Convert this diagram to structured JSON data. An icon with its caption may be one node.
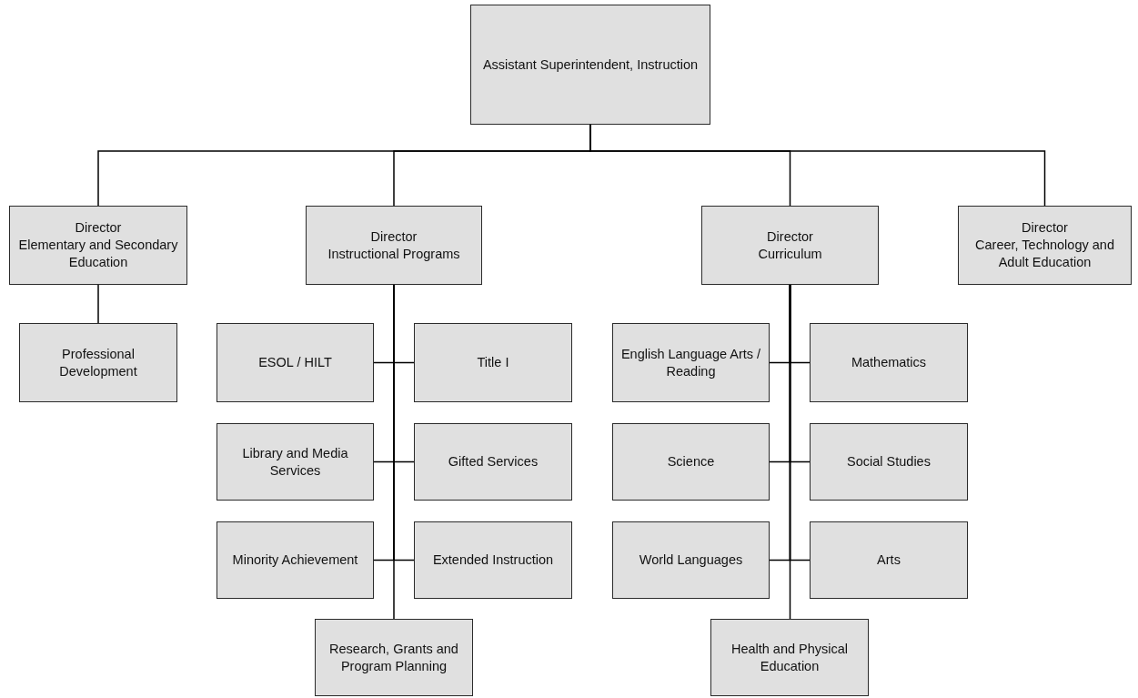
{
  "diagram": {
    "nodes": [
      {
        "text": [
          "Assistant Superintendent, Instruction"
        ]
      },
      {
        "text": [
          "Director",
          "Elementary and Secondary Education"
        ]
      },
      {
        "text": [
          "Director",
          "Instructional Programs"
        ]
      },
      {
        "text": [
          "Director",
          "Curriculum"
        ]
      },
      {
        "text": [
          "Director",
          "Career, Technology and Adult Education"
        ]
      },
      {
        "text": [
          "Professional Development"
        ]
      },
      {
        "text": [
          "ESOL / HILT"
        ]
      },
      {
        "text": [
          "Title I"
        ]
      },
      {
        "text": [
          "Library and Media Services"
        ]
      },
      {
        "text": [
          "Gifted Services"
        ]
      },
      {
        "text": [
          "Minority Achievement"
        ]
      },
      {
        "text": [
          "Extended Instruction"
        ]
      },
      {
        "text": [
          "Research, Grants and Program Planning"
        ]
      },
      {
        "text": [
          "English Language Arts / Reading"
        ]
      },
      {
        "text": [
          "Mathematics"
        ]
      },
      {
        "text": [
          "Science"
        ]
      },
      {
        "text": [
          "Social Studies"
        ]
      },
      {
        "text": [
          "World Languages"
        ]
      },
      {
        "text": [
          "Arts"
        ]
      },
      {
        "text": [
          "Health and Physical Education"
        ]
      }
    ],
    "edges": [
      {
        "from": 0,
        "to": 1,
        "arrow": "none"
      },
      {
        "from": 0,
        "to": 2,
        "arrow": "none"
      },
      {
        "from": 0,
        "to": 3,
        "arrow": "none"
      },
      {
        "from": 0,
        "to": 4,
        "arrow": "none"
      },
      {
        "from": 1,
        "to": 5,
        "arrow": "none"
      },
      {
        "from": 2,
        "to": 6,
        "arrow": "none"
      },
      {
        "from": 2,
        "to": 7,
        "arrow": "none"
      },
      {
        "from": 2,
        "to": 8,
        "arrow": "none"
      },
      {
        "from": 2,
        "to": 9,
        "arrow": "none"
      },
      {
        "from": 2,
        "to": 10,
        "arrow": "none"
      },
      {
        "from": 2,
        "to": 11,
        "arrow": "none"
      },
      {
        "from": 2,
        "to": 12,
        "arrow": "none"
      },
      {
        "from": 3,
        "to": 13,
        "arrow": "none"
      },
      {
        "from": 3,
        "to": 14,
        "arrow": "none"
      },
      {
        "from": 3,
        "to": 15,
        "arrow": "none"
      },
      {
        "from": 3,
        "to": 16,
        "arrow": "none"
      },
      {
        "from": 3,
        "to": 17,
        "arrow": "none"
      },
      {
        "from": 3,
        "to": 18,
        "arrow": "none"
      },
      {
        "from": 3,
        "to": 19,
        "arrow": "none"
      }
    ]
  }
}
